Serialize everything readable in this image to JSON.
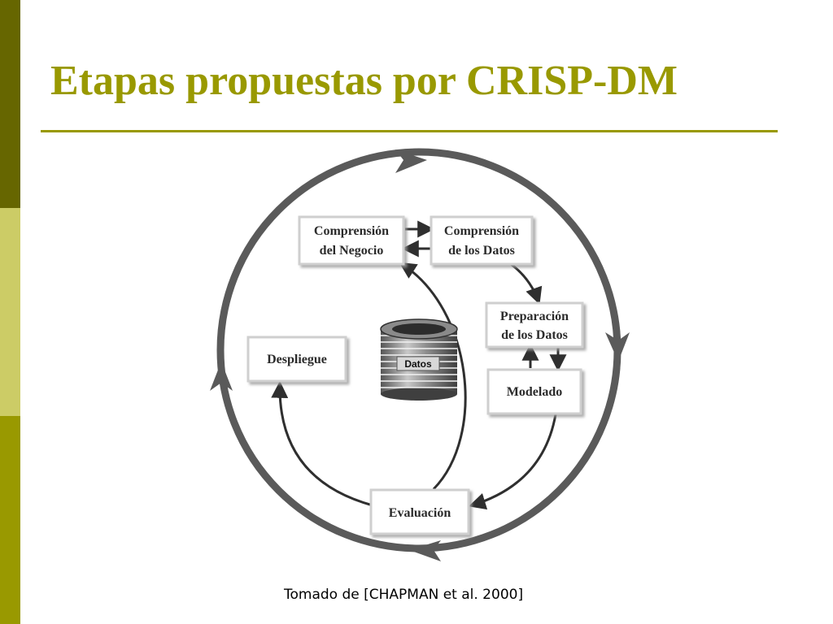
{
  "slide": {
    "title": "Etapas propuestas por CRISP-DM",
    "caption": "Tomado de [CHAPMAN et al. 2000]",
    "accent_color": "#999900",
    "sidebar_colors": [
      "#666600",
      "#cccc66",
      "#999900"
    ]
  },
  "diagram": {
    "nodes": {
      "business": [
        "Comprensión",
        "del Negocio"
      ],
      "data_understanding": [
        "Comprensión",
        "de los Datos"
      ],
      "preparation": [
        "Preparación",
        "de los Datos"
      ],
      "modeling": [
        "Modelado"
      ],
      "evaluation": [
        "Evaluación"
      ],
      "deployment": [
        "Despliegue"
      ]
    },
    "database_label": "Datos"
  }
}
